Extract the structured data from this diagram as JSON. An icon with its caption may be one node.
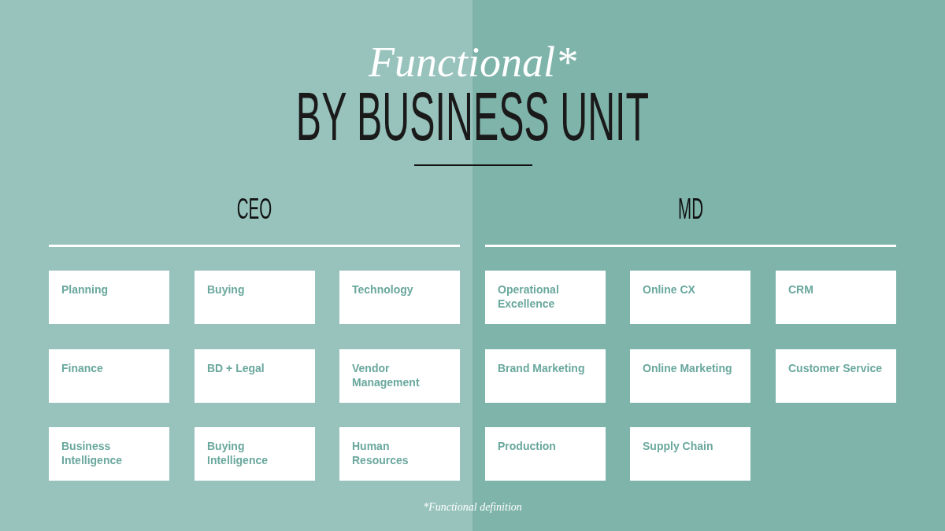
{
  "diagram": {
    "title": "BY BUSINESS UNIT",
    "caption": "*Functional definition",
    "nodes": [
      {
        "text": [
          "CEO"
        ]
      },
      {
        "text": [
          "Planning"
        ],
        "in": 0
      },
      {
        "text": [
          "Buying"
        ],
        "in": 0
      },
      {
        "text": [
          "Technology"
        ],
        "in": 0
      },
      {
        "text": [
          "Finance"
        ],
        "in": 0
      },
      {
        "text": [
          "BD + Legal"
        ],
        "in": 0
      },
      {
        "text": [
          "Vendor Management"
        ],
        "in": 0
      },
      {
        "text": [
          "Business Intelligence"
        ],
        "in": 0
      },
      {
        "text": [
          "Buying Intelligence"
        ],
        "in": 0
      },
      {
        "text": [
          "Human Resources"
        ],
        "in": 0
      },
      {
        "text": [
          "MD"
        ]
      },
      {
        "text": [
          "Operational Excellence"
        ],
        "in": 10
      },
      {
        "text": [
          "Online CX"
        ],
        "in": 10
      },
      {
        "text": [
          "CRM"
        ],
        "in": 10
      },
      {
        "text": [
          "Brand Marketing"
        ],
        "in": 10
      },
      {
        "text": [
          "Online Marketing"
        ],
        "in": 10
      },
      {
        "text": [
          "Customer Service"
        ],
        "in": 10
      },
      {
        "text": [
          "Production"
        ],
        "in": 10
      },
      {
        "text": [
          "Supply Chain"
        ],
        "in": 10
      }
    ],
    "labels": [
      "Functional*"
    ]
  }
}
